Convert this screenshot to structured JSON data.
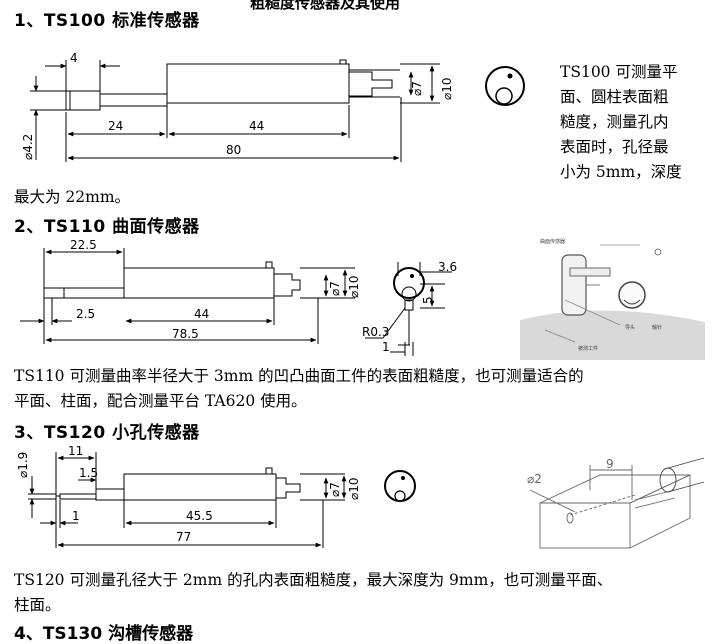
{
  "cut_top": "粗糙度传感器及其使用",
  "section1": {
    "heading": "1、TS100 标准传感器",
    "side_lines": [
      "TS100 可测量平",
      "面、圆柱表面粗",
      "糙度，测量孔内",
      "表面时，孔径最",
      "小为 5mm，深度"
    ],
    "tail": "最大为 22mm。",
    "dims": {
      "d4": "4",
      "d24": "24",
      "d44": "44",
      "d80": "80",
      "d42": "⌀4.2",
      "d7": "⌀7",
      "d10": "⌀10"
    }
  },
  "section2": {
    "heading": "2、TS110 曲面传感器",
    "text_lines": [
      "TS110 可测量曲率半径大于 3mm 的凹凸曲面工件的表面粗糙度，也可测量适合的",
      "平面、柱面，配合测量平台 TA620 使用。"
    ],
    "dims": {
      "d225": "22.5",
      "d25": "2.5",
      "d44": "44",
      "d785": "78.5",
      "d7": "⌀7",
      "d10": "⌀10",
      "d36": "3.6",
      "d5": "5",
      "r03": "R0.3",
      "d1": "1"
    },
    "photo_labels": {
      "sensor": "曲面传感器",
      "guide": "导头",
      "probe": "触针",
      "workpiece": "被测工件"
    }
  },
  "section3": {
    "heading": "3、TS120 小孔传感器",
    "text_lines": [
      "TS120 可测量孔径大于 2mm 的孔内表面粗糙度，最大深度为 9mm，也可测量平面、",
      "柱面。"
    ],
    "dims": {
      "d19": "⌀1.9",
      "d11": "11",
      "d15": "1.5",
      "d1": "1",
      "d455": "45.5",
      "d77": "77",
      "d7": "⌀7",
      "d10": "⌀10",
      "diag_d2": "⌀2",
      "diag_9": "9"
    }
  },
  "cut_bottom": "4、TS130 沟槽传感器"
}
